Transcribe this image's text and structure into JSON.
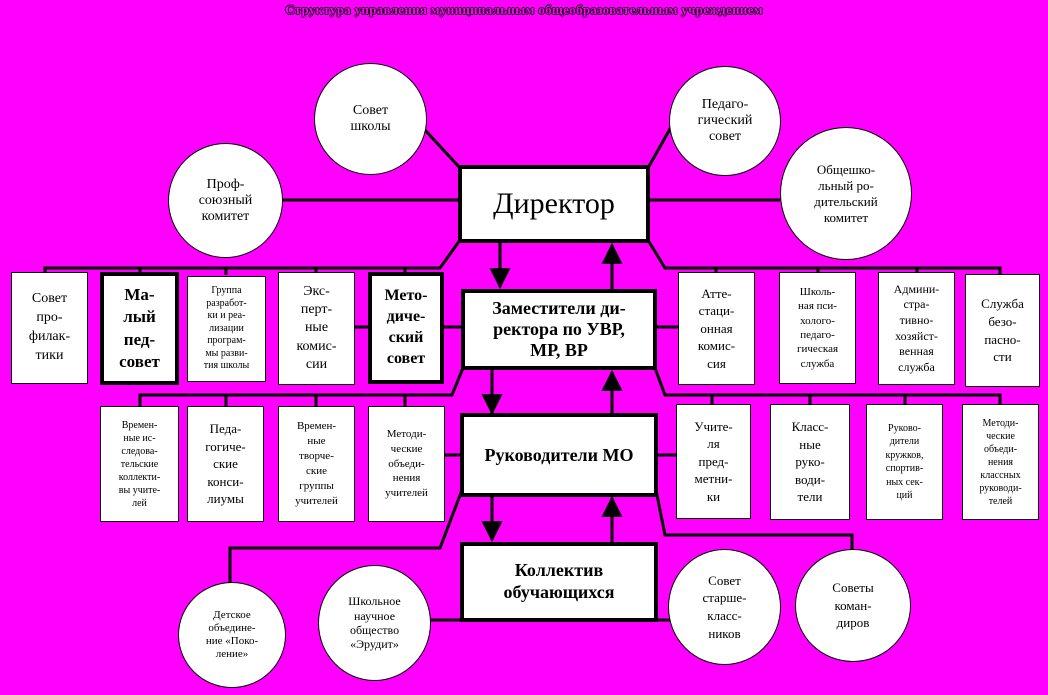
{
  "title": "Структура управления муниципальным общеобразовательным учреждением",
  "colors": {
    "background": "#ff00ff",
    "node_fill": "#ffffff",
    "line": "#000000"
  },
  "central": {
    "director": "Директор",
    "deputies": "Заместители ди-\nректора по УВР,\nМР, ВР",
    "mo_heads": "Руководители МО",
    "students": "Коллектив\nобучающихся"
  },
  "top_circles": {
    "council": "Совет\nшколы",
    "pedsovet": "Педаго-\nгический\nсовет",
    "union": "Проф-\nсоюзный\nкомитет",
    "parents": "Общешко-\nльный ро-\nдительский\nкомитет"
  },
  "row1_left": {
    "prevention": "Совет\nпро-\nфилак-\nтики",
    "small_pedsovet": "Ма-\nлый\nпед-\nсовет",
    "dev_group": "Группа\nразработ-\nки и реа-\nлизации\nпрограм-\nмы разви-\nтия школы",
    "expert": "Экс-\nперт-\nные\nкомис-\nсии",
    "method_council": "Мето-\nдиче-\nский\nсовет"
  },
  "row1_right": {
    "attestation": "Атте-\nстаци-\nонная\nкомис-\nсия",
    "psych": "Школь-\nная пси-\nхолого-\nпедаго-\nгическая\nслужба",
    "admin": "Админи-\nстра-\nтивно-\nхозяйст-\nвенная\nслужба",
    "security": "Служба\nбезо-\nпасно-\nсти"
  },
  "row2_left": {
    "research": "Времен-\nные ис-\nследова-\nтельские\nколлекти-\nвы учите-\nлей",
    "consilium": "Педа-\nгогиче-\nские\nконси-\nлиумы",
    "creative": "Времен-\nные\nтворче-\nские\nгруппы\nучителей",
    "method_teachers": "Методи-\nческие\nобъеди-\nнения\nучителей"
  },
  "row2_right": {
    "subject_teachers": "Учите-\nля\nпред-\nметни-\nки",
    "class_leaders": "Класс-\nные\nруко-\nводи-\nтели",
    "clubs": "Руково-\nдители\nкружков,\nспортив-\nных сек-\nций",
    "method_class": "Методи-\nческие\nобъеди-\nнения\nклассных\nруководи-\nтелей"
  },
  "bottom_circles": {
    "children_org": "Детское\nобъедине-\nние «Поко-\nление»",
    "erudite": "Школьное\nнаучное\nобщество\n«Эрудит»",
    "seniors": "Совет\nстарше-\nкласс-\nников",
    "commanders": "Советы\nкоман-\nдиров"
  }
}
